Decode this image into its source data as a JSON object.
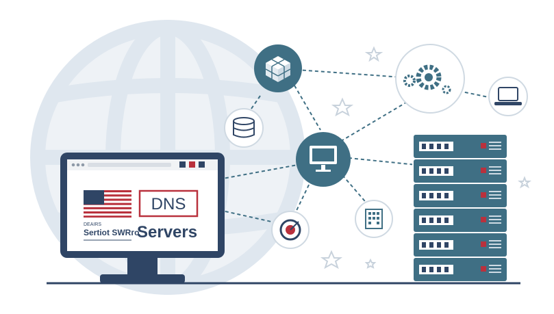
{
  "monitor": {
    "browser_buttons": [
      "",
      "",
      ""
    ],
    "dns_label": "DNS",
    "servers_label": "Servers",
    "caption_small": "DEAIRS",
    "caption_main": "Sertiot SWRго"
  },
  "colors": {
    "navy": "#2f4565",
    "teal": "#3f6f84",
    "red": "#b9313d",
    "globe": "#dfe7ef",
    "dashed_line": "#3f6f84"
  },
  "icons": [
    "globe-background",
    "cube-network-icon",
    "database-icon",
    "gears-icon",
    "laptop-icon",
    "monitor-hub-icon",
    "target-icon",
    "building-icon",
    "server-rack-icon",
    "star-icon"
  ]
}
